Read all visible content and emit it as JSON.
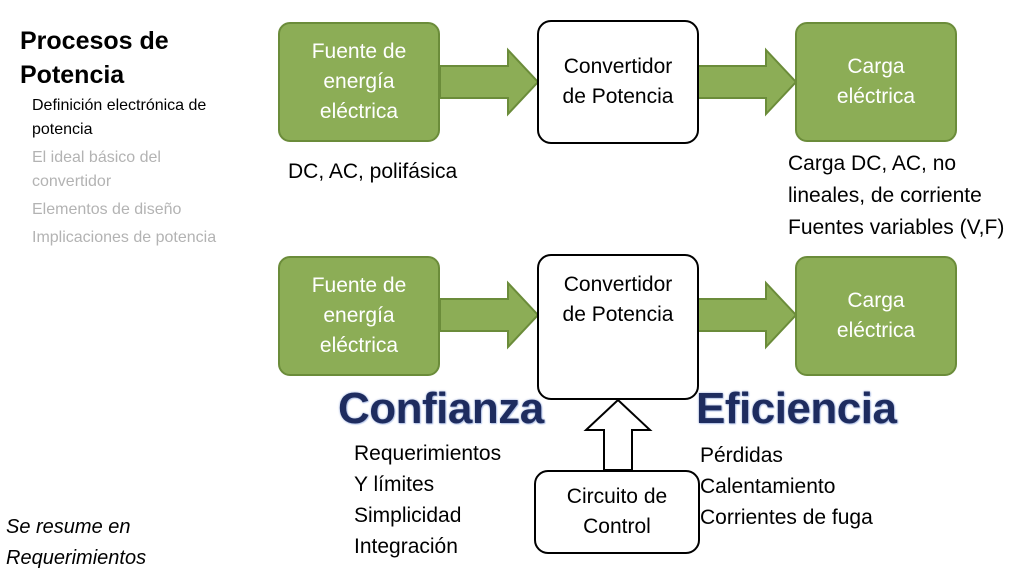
{
  "sidebar": {
    "title": "Procesos de Potencia",
    "items": [
      {
        "label": "Definición electrónica de potencia",
        "active": true
      },
      {
        "label": "El ideal básico del convertidor",
        "active": false
      },
      {
        "label": "Elementos de diseño",
        "active": false
      },
      {
        "label": "Implicaciones de potencia",
        "active": false
      }
    ],
    "note": "Se resume en Requerimientos"
  },
  "top_diagram": {
    "source_box": "Fuente de energía eléctrica",
    "converter_box": "Convertidor de Potencia",
    "load_box": "Carga eléctrica",
    "source_caption": "DC, AC, polifásica",
    "load_caption_line1": "Carga DC, AC, no",
    "load_caption_line2": "lineales, de corriente",
    "load_caption_line3": "Fuentes variables (V,F)"
  },
  "bottom_diagram": {
    "source_box": "Fuente de energía eléctrica",
    "converter_box": "Convertidor de Potencia",
    "load_box": "Carga eléctrica",
    "control_box": "Circuito de Control",
    "confianza_heading": "Confianza",
    "eficiencia_heading": "Eficiencia",
    "confianza_items": [
      "Requerimientos",
      "Y límites",
      "Simplicidad",
      "Integración"
    ],
    "eficiencia_items": [
      "Pérdidas",
      "Calentamiento",
      "Corrientes de fuga"
    ]
  },
  "colors": {
    "green_fill": "#8cad56",
    "green_border": "#6b8c3a",
    "heading_navy": "#1e2c5f",
    "dim_text": "#b3b3b3"
  }
}
